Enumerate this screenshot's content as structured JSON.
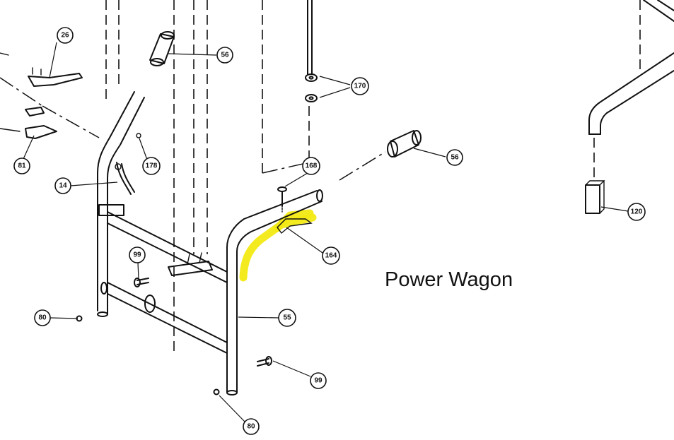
{
  "title": "Power Wagon",
  "callouts": {
    "c26": "26",
    "c56a": "56",
    "c170": "170",
    "c56b": "56",
    "c178": "178",
    "c81": "81",
    "c14": "14",
    "c168": "168",
    "c120": "120",
    "c164": "164",
    "c99a": "99",
    "c80a": "80",
    "c55": "55",
    "c99b": "99",
    "c80b": "80"
  },
  "colors": {
    "highlight": "#f2ea13",
    "ink": "#111111"
  },
  "highlighted_part": "164"
}
